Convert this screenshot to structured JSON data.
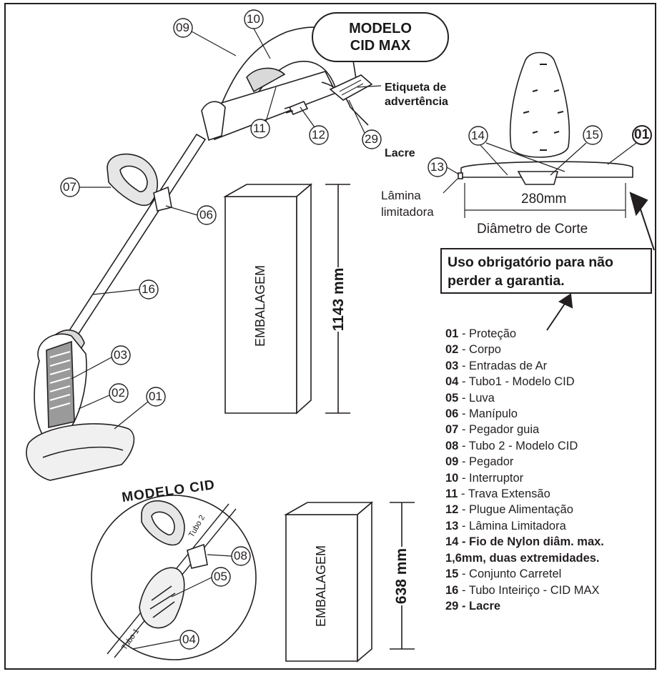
{
  "header": {
    "model_badge_line1": "MODELO",
    "model_badge_line2": "CID MAX"
  },
  "callouts": {
    "c01": "01",
    "c02": "02",
    "c03": "03",
    "c04": "04",
    "c05": "05",
    "c06": "06",
    "c07": "07",
    "c08": "08",
    "c09": "09",
    "c10": "10",
    "c11": "11",
    "c12": "12",
    "c13": "13",
    "c14": "14",
    "c15": "15",
    "c16": "16",
    "c29": "29",
    "c01_head": "01"
  },
  "annotations": {
    "warning_label_line1": "Etiqueta de",
    "warning_label_line2": "advertência",
    "seal_label": "Lacre",
    "blade_label_line1": "Lâmina",
    "blade_label_line2": "limitadora",
    "cut_width": "280mm",
    "cut_diameter_label": "Diâmetro de Corte",
    "cid_model_title": "MODELO CID",
    "tube1_label": "Tubo 1",
    "tube2_label": "Tubo 2"
  },
  "warning_box": {
    "line1": "Uso obrigatório para não",
    "line2": "perder a garantia."
  },
  "packages": [
    {
      "label": "EMBALAGEM",
      "dimension": "1143 mm"
    },
    {
      "label": "EMBALAGEM",
      "dimension": "638 mm"
    }
  ],
  "legend": [
    {
      "code": "01",
      "text": " - Proteção",
      "strong": false
    },
    {
      "code": "02",
      "text": " - Corpo",
      "strong": false
    },
    {
      "code": "03",
      "text": " - Entradas de Ar",
      "strong": false
    },
    {
      "code": "04",
      "text": " - Tubo1 - Modelo CID",
      "strong": false
    },
    {
      "code": "05",
      "text": " - Luva",
      "strong": false
    },
    {
      "code": "06",
      "text": " - Manípulo",
      "strong": false
    },
    {
      "code": "07",
      "text": " - Pegador guia",
      "strong": false
    },
    {
      "code": "08",
      "text": " - Tubo 2 - Modelo CID",
      "strong": false
    },
    {
      "code": "09",
      "text": " - Pegador",
      "strong": false
    },
    {
      "code": "10",
      "text": " - Interruptor",
      "strong": false
    },
    {
      "code": "11",
      "text": " - Trava Extensão",
      "strong": false
    },
    {
      "code": "12",
      "text": " - Plugue Alimentação",
      "strong": false
    },
    {
      "code": "13",
      "text": " - Lâmina Limitadora",
      "strong": false
    },
    {
      "code": "14",
      "text": " - Fio de Nylon diâm. max.",
      "strong": true
    },
    {
      "code": "",
      "text": "1,6mm, duas extremidades.",
      "strong": true
    },
    {
      "code": "15",
      "text": " - Conjunto Carretel",
      "strong": false
    },
    {
      "code": "16",
      "text": " - Tubo Inteiriço - CID MAX",
      "strong": false
    },
    {
      "code": "29",
      "text": " - Lacre",
      "strong": true
    }
  ]
}
